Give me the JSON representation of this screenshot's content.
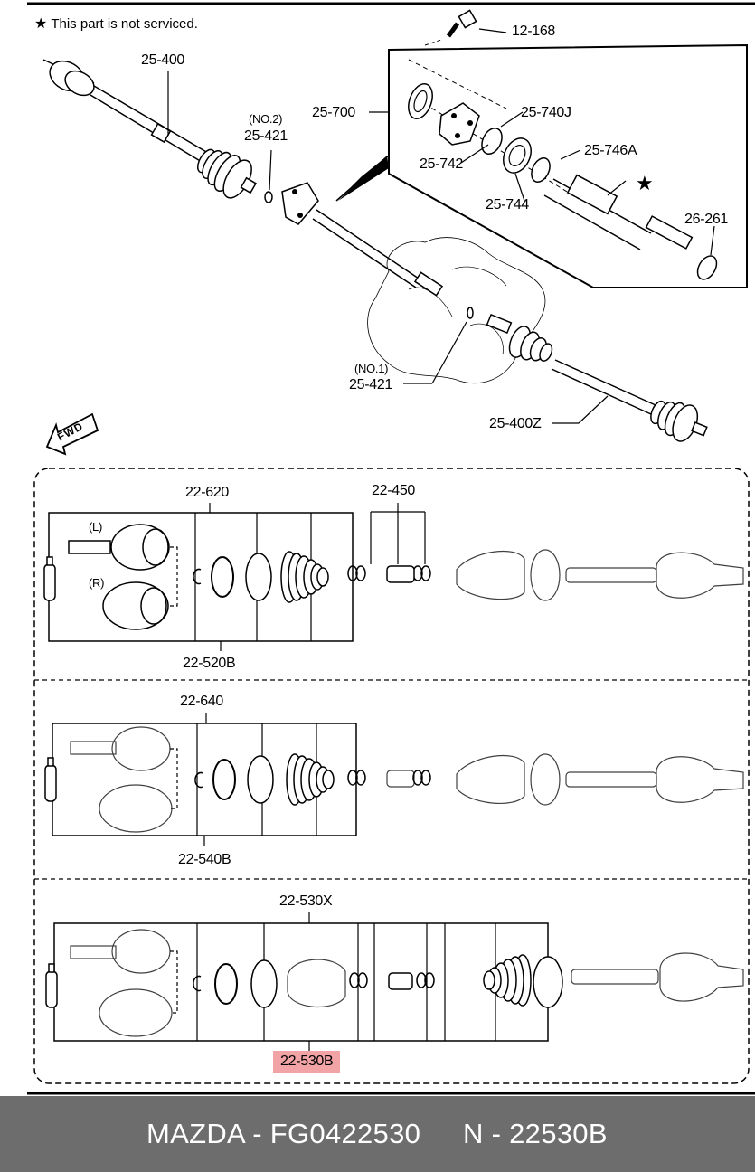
{
  "note": {
    "icon": "star-icon",
    "text": "This part is not serviced."
  },
  "upper_labels": {
    "bolt": "12-168",
    "shaft_left": "25-400",
    "bearing_assy": "25-700",
    "no2": "(NO.2)",
    "clip_upper": "25-421",
    "seal_740j": "25-740J",
    "bracket_742": "25-742",
    "ring_746a": "25-746A",
    "bearing_744": "25-744",
    "seal_26261": "26-261",
    "no1": "(NO.1)",
    "clip_lower": "25-421",
    "shaft_right": "25-400Z",
    "fwd": "FWD"
  },
  "panel1": {
    "top_label": "22-620",
    "top_label_2": "22-450",
    "bottom_label": "22-520B",
    "left_tag": "(L)",
    "right_tag": "(R)"
  },
  "panel2": {
    "top_label": "22-640",
    "bottom_label": "22-540B"
  },
  "panel3": {
    "top_label": "22-530X",
    "bottom_label": "22-530B"
  },
  "footer": {
    "brand_part": "MAZDA - FG0422530",
    "oem_part": "N - 22530B"
  }
}
